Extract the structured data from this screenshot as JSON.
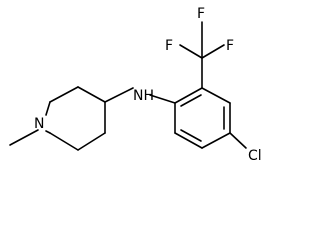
{
  "structure": {
    "labels": {
      "nitrogen_ring": "N",
      "amine": "NH",
      "chlorine": "Cl",
      "fluorine_1": "F",
      "fluorine_2": "F",
      "fluorine_3": "F"
    }
  }
}
